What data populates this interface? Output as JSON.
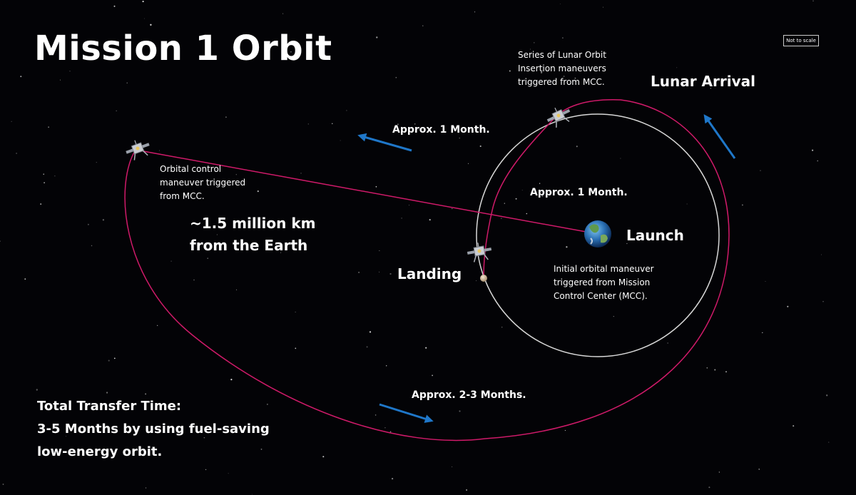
{
  "title": "Mission 1 Orbit",
  "scale_note": "Not to scale",
  "labels": {
    "loi_note": [
      "Series of Lunar Orbit",
      "Insertion maneuvers",
      "triggered from MCC."
    ],
    "lunar_arrival": "Lunar Arrival",
    "approx_top": "Approx. 1 Month.",
    "approx_mid": "Approx. 1 Month.",
    "approx_bottom": "Approx. 2-3 Months.",
    "orbital_control": [
      "Orbital control",
      "maneuver triggered",
      "from MCC."
    ],
    "distance": [
      "~1.5 million km",
      "from the Earth"
    ],
    "launch": "Launch",
    "landing": "Landing",
    "initial_maneuver": [
      "Initial orbital maneuver",
      "triggered from Mission",
      "Control Center (MCC)."
    ],
    "total": [
      "Total Transfer Time:",
      "3-5 Months by using fuel-saving",
      "low-energy orbit."
    ]
  },
  "colors": {
    "background": "#030306",
    "trajectory": "#d01a6a",
    "moon_orbit": "#d8d8d8",
    "arrows": "#1f77c9",
    "text": "#ffffff"
  },
  "icons": [
    "earth-icon",
    "moon-icon",
    "spacecraft-icon"
  ]
}
